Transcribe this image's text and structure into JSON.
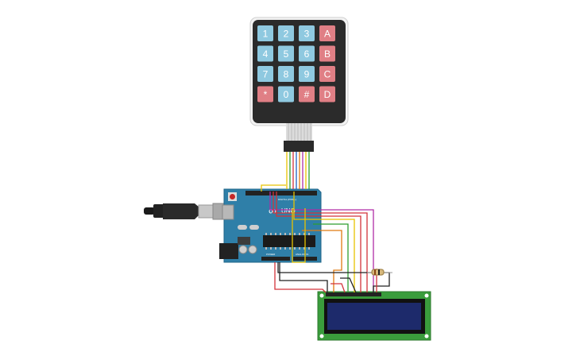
{
  "keypad": {
    "rows": [
      [
        {
          "label": "1",
          "kind": "num"
        },
        {
          "label": "2",
          "kind": "num"
        },
        {
          "label": "3",
          "kind": "num"
        },
        {
          "label": "A",
          "kind": "letter"
        }
      ],
      [
        {
          "label": "4",
          "kind": "num"
        },
        {
          "label": "5",
          "kind": "num"
        },
        {
          "label": "6",
          "kind": "num"
        },
        {
          "label": "B",
          "kind": "letter"
        }
      ],
      [
        {
          "label": "7",
          "kind": "num"
        },
        {
          "label": "8",
          "kind": "num"
        },
        {
          "label": "9",
          "kind": "num"
        },
        {
          "label": "C",
          "kind": "letter"
        }
      ],
      [
        {
          "label": "*",
          "kind": "letter"
        },
        {
          "label": "0",
          "kind": "num"
        },
        {
          "label": "#",
          "kind": "letter"
        },
        {
          "label": "D",
          "kind": "letter"
        }
      ]
    ],
    "colors": {
      "num": "#8fc9e0",
      "letter": "#e07f85",
      "body": "#2d2d2d",
      "frame": "#f2f2f2"
    }
  },
  "arduino": {
    "brand": "UNO",
    "logo": "∞",
    "board_color": "#2f7fa8",
    "labels": {
      "power": "POWER",
      "analog": "ANALOG IN",
      "digital": "DIGITAL (PWM~)"
    }
  },
  "lcd": {
    "board_color": "#3a9c3c",
    "screen_color": "#1d2a6b"
  },
  "wire_colors": [
    "#e8c200",
    "#2e9e2e",
    "#d3333a",
    "#1f5fbf",
    "#e07a10",
    "#b02ca6",
    "#222222"
  ]
}
